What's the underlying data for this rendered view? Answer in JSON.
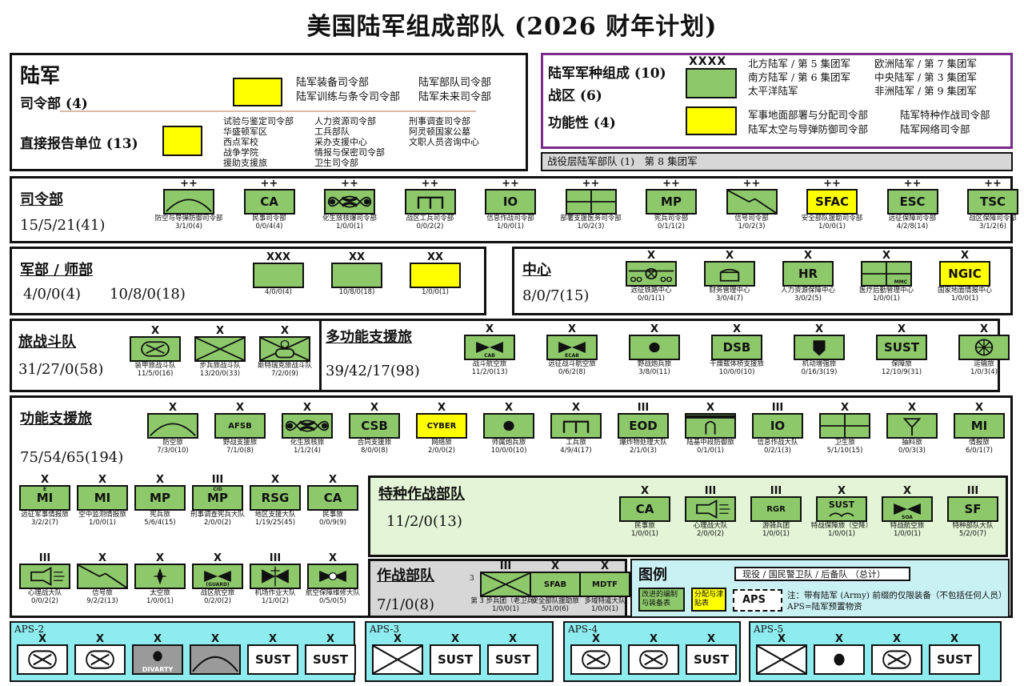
{
  "title": "美国陆军组成部队 (2026 财年计划)",
  "colors": {
    "green": "#8dc96a",
    "yellow": "#ffff00",
    "purple": "#7b2c8a",
    "cyan": "#8eecef"
  },
  "army": {
    "name": "陆军",
    "hq_label": "司令部 (4)",
    "hq_units": [
      "陆军装备司令部",
      "陆军部队司令部",
      "陆军训练与条令司令部",
      "陆军未来司令部"
    ],
    "drus_label": "直接报告单位 (13)",
    "drus": [
      [
        "试验与鉴定司令部",
        "人力资源司令部",
        "刑事调查司令部"
      ],
      [
        "华盛顿军区",
        "工兵部队",
        "阿灵顿国家公墓"
      ],
      [
        "西点军校",
        "采办支援中心",
        "文职人员咨询中心"
      ],
      [
        "战争学院",
        "情报与保密司令部",
        ""
      ],
      [
        "援助支援旅",
        "卫生司令部",
        ""
      ]
    ]
  },
  "asc": {
    "title": "陆军军种组成 (10)",
    "theater_label": "战区 (6)",
    "theater_echelon": "XXXX",
    "theater_units": [
      "北方陆军 / 第 5 集团军",
      "欧洲陆军 / 第 7 集团军",
      "南方陆军 / 第 6 集团军",
      "中央陆军 / 第 3 集团军",
      "太平洋陆军",
      "非洲陆军 / 第 9 集团军"
    ],
    "functional_label": "功能性 (4)",
    "functional_units": [
      "军事地面部署与分配司令部",
      "陆军特种作战司令部",
      "陆军太空与导弹防御司令部",
      "陆军网络司令部"
    ],
    "campaign": "战役层陆军部队 (1)　第 8 集团军"
  },
  "commands": {
    "heading": "司令部",
    "count": "15/5/21(41)",
    "units": [
      {
        "echelon": "++",
        "symbol": "arc",
        "name": "防空与导弹防御司令部",
        "count": "3/1/0(4)"
      },
      {
        "echelon": "++",
        "text": "CA",
        "name": "民事司令部",
        "count": "0/0/4(4)"
      },
      {
        "echelon": "++",
        "symbol": "cbrn",
        "name": "化生放核爆司令部",
        "count": "1/0/0(1)"
      },
      {
        "echelon": "++",
        "symbol": "engineer",
        "name": "战区工兵司令部",
        "count": "0/0/2(2)"
      },
      {
        "echelon": "++",
        "text": "IO",
        "name": "信息作战司令部",
        "count": "1/0/0(1)"
      },
      {
        "echelon": "++",
        "symbol": "medical-h",
        "name": "部署支援医务司令部",
        "count": "1/0/2(3)"
      },
      {
        "echelon": "++",
        "text": "MP",
        "name": "宪兵司令部",
        "count": "0/1/1(2)"
      },
      {
        "echelon": "++",
        "symbol": "signal",
        "name": "信号司令部",
        "count": "1/0/2(3)"
      },
      {
        "echelon": "++",
        "text": "SFAC",
        "yellow": true,
        "name": "安全部队援助司令部",
        "count": "1/0/0(1)"
      },
      {
        "echelon": "++",
        "text": "ESC",
        "name": "远征保障司令部",
        "count": "4/2/8(14)"
      },
      {
        "echelon": "++",
        "text": "TSC",
        "name": "战区保障司令部",
        "count": "3/1/2(6)"
      }
    ]
  },
  "corps": {
    "heading": "军部 / 师部",
    "counts": [
      "4/0/0(4)",
      "10/8/0(18)"
    ],
    "units": [
      {
        "echelon": "XXX",
        "count": "4/0/0(4)"
      },
      {
        "echelon": "XX",
        "count": "10/8/0(18)"
      },
      {
        "echelon": "XX",
        "yellow": true,
        "count": "1/0/0(1)"
      }
    ]
  },
  "centers": {
    "heading": "中心",
    "count": "8/0/7(15)",
    "units": [
      {
        "echelon": "X",
        "symbol": "railway",
        "name": "远征铁路中心",
        "count": "0/0/1(1)"
      },
      {
        "echelon": "X",
        "symbol": "finance",
        "name": "财务管理中心",
        "count": "3/0/4(7)"
      },
      {
        "echelon": "X",
        "text": "HR",
        "name": "人力资源保障中心",
        "count": "3/0/2(5)"
      },
      {
        "echelon": "X",
        "symbol": "medical-mm",
        "sub": "MMC",
        "name": "医疗后勤管理中心",
        "count": "1/0/0(1)"
      },
      {
        "echelon": "X",
        "text": "NGIC",
        "yellow": true,
        "name": "国家地面情报中心",
        "count": "1/0/0(1)"
      }
    ]
  },
  "bct": {
    "heading": "旅战斗队",
    "count": "31/27/0(58)",
    "units": [
      {
        "echelon": "X",
        "symbol": "armor",
        "name": "装甲旅战斗队",
        "count": "11/5/0(16)"
      },
      {
        "echelon": "X",
        "symbol": "infantry",
        "name": "步兵旅战斗队",
        "count": "13/20/0(33)"
      },
      {
        "echelon": "X",
        "symbol": "stryker",
        "name": "斯特瑞克旅战斗队",
        "count": "7/2/0(9)"
      }
    ]
  },
  "mfsb": {
    "heading": "多功能支援旅",
    "count": "39/42/17(98)",
    "units": [
      {
        "echelon": "X",
        "symbol": "aviation",
        "sub": "CAB",
        "name": "战斗航空旅",
        "count": "11/2/0(13)"
      },
      {
        "echelon": "X",
        "symbol": "aviation",
        "sub": "ECAB",
        "name": "远征战斗航空旅",
        "count": "0/6/2(8)"
      },
      {
        "echelon": "X",
        "symbol": "artillery",
        "name": "野战炮兵旅",
        "count": "3/8/0(11)"
      },
      {
        "echelon": "X",
        "text": "DSB",
        "name": "干燥载体桥支援旅",
        "count": "10/0/0(10)"
      },
      {
        "echelon": "X",
        "symbol": "shield",
        "name": "机动增强旅",
        "count": "0/16/3(19)"
      },
      {
        "echelon": "X",
        "text": "SUST",
        "name": "保障旅",
        "count": "12/10/9(31)"
      },
      {
        "echelon": "X",
        "symbol": "wheel",
        "name": "运输旅",
        "count": "1/0/3(4)"
      }
    ]
  },
  "fsb": {
    "heading": "功能支援旅",
    "count": "75/54/65(194)",
    "row1": [
      {
        "echelon": "X",
        "symbol": "arc",
        "name": "防空旅",
        "count": "7/3/0(10)"
      },
      {
        "echelon": "X",
        "text": "AFSB",
        "small": true,
        "name": "野战支援旅",
        "count": "7/1/0(8)"
      },
      {
        "echelon": "X",
        "symbol": "cbrn",
        "name": "化生放核旅",
        "count": "1/1/2(4)"
      },
      {
        "echelon": "X",
        "text": "CSB",
        "name": "合同支援旅",
        "count": "8/0/0(8)"
      },
      {
        "echelon": "X",
        "text": "CYBER",
        "small": true,
        "yellow": true,
        "name": "网络旅",
        "count": "2/0/0(2)"
      },
      {
        "echelon": "X",
        "symbol": "artillery",
        "name": "师属炮兵旅",
        "count": "10/0/0(10)"
      },
      {
        "echelon": "X",
        "symbol": "engineer",
        "name": "工兵旅",
        "count": "4/9/4(17)"
      },
      {
        "echelon": "III",
        "text": "EOD",
        "name": "爆炸物处理大队",
        "count": "2/1/0(3)"
      },
      {
        "echelon": "X",
        "symbol": "missile-def",
        "name": "陆基中段防御旅",
        "count": "0/1/0(1)"
      },
      {
        "echelon": "III",
        "text": "IO",
        "name": "信息作战大队",
        "count": "0/2/1(3)"
      },
      {
        "echelon": "X",
        "symbol": "medical-plus",
        "name": "卫生旅",
        "count": "5/1/10(15)"
      },
      {
        "echelon": "X",
        "symbol": "antenna",
        "name": "抽料旅",
        "count": "0/0/3(3)"
      },
      {
        "echelon": "X",
        "text": "MI",
        "name": "情报旅",
        "count": "6/0/1(7)"
      }
    ],
    "row2": [
      {
        "echelon": "X",
        "text": "MI",
        "sub": "E",
        "name": "远征军事情报旅",
        "count": "3/2/2(7)"
      },
      {
        "echelon": "X",
        "text": "MI",
        "name": "空中监测情报旅",
        "count": "1/0/0(1)"
      },
      {
        "echelon": "X",
        "text": "MP",
        "name": "宪兵旅",
        "count": "5/6/4(15)"
      },
      {
        "echelon": "III",
        "text": "MP",
        "sub": "CID",
        "name": "刑事调查宪兵大队",
        "count": "2/0/0(2)"
      },
      {
        "echelon": "X",
        "text": "RSG",
        "name": "地区支援大队",
        "count": "1/19/25(45)"
      },
      {
        "echelon": "X",
        "text": "CA",
        "name": "民事旅",
        "count": "0/0/9(9)"
      }
    ],
    "row3": [
      {
        "echelon": "III",
        "symbol": "psyop",
        "name": "心理战大队",
        "count": "0/0/2(2)"
      },
      {
        "echelon": "X",
        "symbol": "signal",
        "name": "信号旅",
        "count": "9/2/2(13)"
      },
      {
        "echelon": "X",
        "symbol": "space",
        "name": "太空旅",
        "count": "1/0/0(1)"
      },
      {
        "echelon": "X",
        "symbol": "aviation",
        "sub": "(GUARD)",
        "name": "战区航空旅",
        "count": "0/2/0(2)"
      },
      {
        "echelon": "III",
        "symbol": "aviation-anchor",
        "name": "机场作业大队",
        "count": "1/1/0(2)"
      },
      {
        "echelon": "X",
        "symbol": "aviation-gear",
        "name": "航空保障维修大队",
        "count": "0/5/0(5)"
      }
    ]
  },
  "sof": {
    "heading": "特种作战部队",
    "count": "11/2/0(13)",
    "units": [
      {
        "echelon": "X",
        "text": "CA",
        "name": "民事旅",
        "count": "1/0/0(1)"
      },
      {
        "echelon": "III",
        "symbol": "psyop",
        "name": "心理战大队",
        "count": "2/0/0(2)"
      },
      {
        "echelon": "III",
        "text": "RGR",
        "small": true,
        "name": "游骑兵团",
        "count": "1/0/0(1)"
      },
      {
        "echelon": "X",
        "text": "SUST",
        "symbol": "airborne",
        "name": "特战保障旅（空降）",
        "count": "1/0/0(1)"
      },
      {
        "echelon": "X",
        "symbol": "aviation",
        "sub": "SOA",
        "name": "特战航空旅",
        "count": "1/0/0(1)"
      },
      {
        "echelon": "III",
        "text": "SF",
        "name": "特种部队大队",
        "count": "5/2/0(7)"
      }
    ]
  },
  "operational": {
    "heading": "作战部队",
    "count": "7/1/0(8)",
    "units": [
      {
        "echelon": "III",
        "symbol": "infantry",
        "prefix": "3",
        "name": "第 3 步兵团（老卫兵）",
        "count": "1/0/0(1)"
      },
      {
        "echelon": "X",
        "text": "SFAB",
        "small": true,
        "name": "安全部队援助旅",
        "count": "5/1/0(6)"
      },
      {
        "echelon": "X",
        "text": "MDTF",
        "small": true,
        "name": "多域特遣大队",
        "count": "1/0/0(1)"
      }
    ]
  },
  "legend": {
    "heading": "图例",
    "components": "现役 / 国民警卫队 / 后备队 （总计）",
    "green_box": "改进的编制与装备表",
    "yellow_box": "分配与津贴表",
    "aps_box": "APS",
    "note1": "注：带有陆军 (Army) 前缀的仅限装备（不包括任何人员）",
    "note2": "APS=陆军预置物资"
  },
  "aps": [
    {
      "label": "APS-2",
      "units": [
        {
          "echelon": "X",
          "symbol": "armor"
        },
        {
          "echelon": "X",
          "symbol": "armor"
        },
        {
          "echelon": "X",
          "symbol": "divarty",
          "text": "DIVARTY",
          "gray": true
        },
        {
          "echelon": "X",
          "symbol": "arc-gray",
          "gray": true
        },
        {
          "echelon": "X",
          "text": "SUST"
        },
        {
          "echelon": "X",
          "text": "SUST"
        }
      ]
    },
    {
      "label": "APS-3",
      "units": [
        {
          "echelon": "X",
          "symbol": "infantry"
        },
        {
          "echelon": "X",
          "text": "SUST"
        },
        {
          "echelon": "X",
          "text": "SUST"
        }
      ]
    },
    {
      "label": "APS-4",
      "units": [
        {
          "echelon": "X",
          "symbol": "armor"
        },
        {
          "echelon": "X",
          "symbol": "armor"
        },
        {
          "echelon": "X",
          "text": "SUST"
        }
      ]
    },
    {
      "label": "APS-5",
      "units": [
        {
          "echelon": "X",
          "symbol": "infantry"
        },
        {
          "echelon": "X",
          "symbol": "artillery"
        },
        {
          "echelon": "X",
          "symbol": "armor"
        },
        {
          "echelon": "X",
          "text": "SUST"
        }
      ]
    }
  ]
}
